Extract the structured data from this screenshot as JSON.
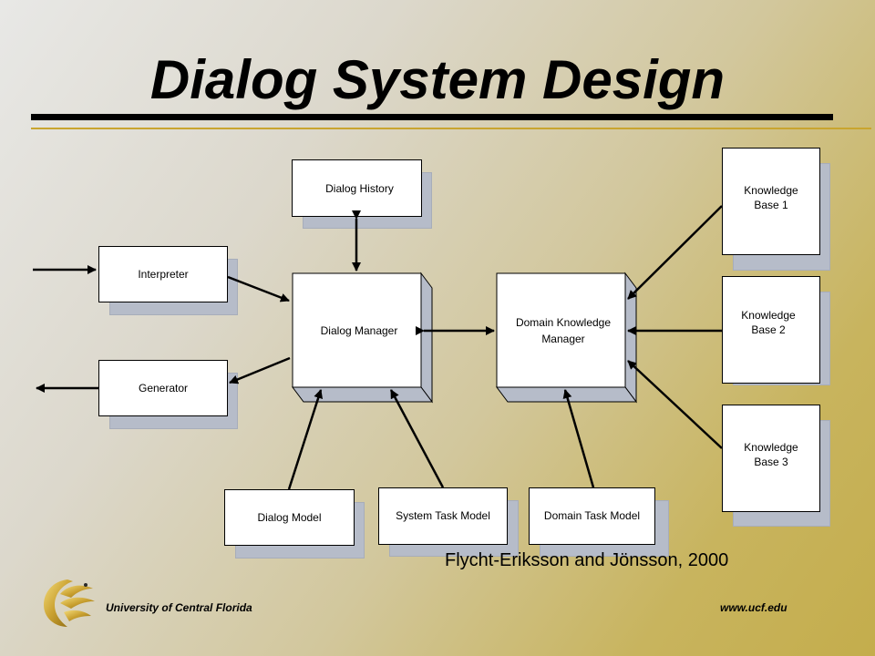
{
  "slide": {
    "title": "Dialog System Design",
    "citation": "Flycht-Eriksson and Jönsson, 2000",
    "footer_left": "University of Central Florida",
    "footer_right": "www.ucf.edu",
    "logo_icon": "pegasus-logo-icon"
  },
  "diagram": {
    "nodes": {
      "dialog_history": "Dialog History",
      "interpreter": "Interpreter",
      "generator": "Generator",
      "dialog_manager": "Dialog Manager",
      "domain_knowledge_manager": "Domain Knowledge\nManager",
      "kb1": "Knowledge\nBase 1",
      "kb2": "Knowledge\nBase 2",
      "kb3": "Knowledge\nBase 3",
      "dialog_model": "Dialog Model",
      "system_task_model": "System Task Model",
      "domain_task_model": "Domain Task Model"
    }
  },
  "colors": {
    "title_rule": "#000000",
    "accent_rule": "#c9a52f",
    "box_shadow": "#b6bcc9",
    "background_end": "#c4ad4c"
  }
}
